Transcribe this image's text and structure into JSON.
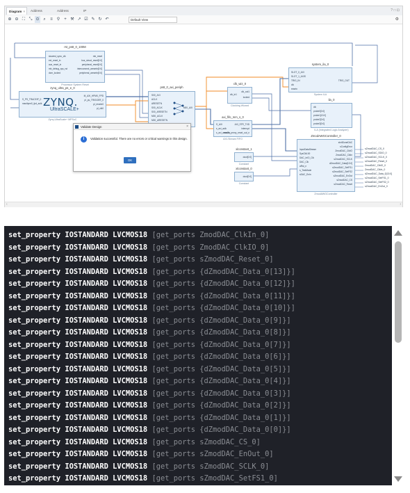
{
  "tabs": [
    {
      "label": "Diagram",
      "active": true
    },
    {
      "label": "Address Editor",
      "active": false
    },
    {
      "label": "Address Map",
      "active": false
    },
    {
      "label": "IP Catalog",
      "active": false
    }
  ],
  "window_controls": "? □ ⊡",
  "toolbar": {
    "icons": [
      "zoom-in-icon",
      "zoom-out-icon",
      "fit-icon",
      "collapse-icon",
      "select-icon",
      "search-icon",
      "align-icon",
      "pin-icon",
      "add-ip-icon",
      "wrench-icon",
      "route-icon",
      "validate-icon",
      "regenerate-icon",
      "refresh-icon",
      "undo-icon"
    ],
    "view_select": "Default View",
    "settings": "gear-icon"
  },
  "diagram": {
    "blocks": {
      "rst": {
        "title": "rst_ps8_0_100M",
        "sub": "Processor System Reset",
        "in_ports": [
          "slowest_sync_clk",
          "ext_reset_in",
          "aux_reset_in",
          "mb_debug_sys_rst",
          "dcm_locked"
        ],
        "out_ports": [
          "mb_reset",
          "bus_struct_reset[0:0]",
          "peripheral_reset[0:0]",
          "interconnect_aresetn[0:0]",
          "peripheral_aresetn[0:0]"
        ]
      },
      "zynq": {
        "title": "zynq_ultra_ps_e_0",
        "logo": "ZYNQ.",
        "scale": "UltraSCALE+",
        "sub": "Zynq UltraScale+ MPSoC",
        "in_ports": [
          "S_PS_TRACEIP_0",
          "maxihpm0_fpd_aclk"
        ],
        "out_ports": [
          "M_AXI_HPM0_FPD",
          "pl_ps_TRIGGER_0",
          "pl_resetn0",
          "pl_clk0"
        ]
      },
      "axi": {
        "title": "ps8_0_axi_periph",
        "sub": "AXI Interconnect",
        "in_ports": [
          "S00_AXI",
          "ACLK",
          "ARESETN",
          "S00_ACLK",
          "S00_ARESETN",
          "M00_ACLK",
          "M00_ARESETN"
        ],
        "out_ports": [
          "M00_AXI"
        ]
      },
      "clkwiz": {
        "title": "clk_wiz_0",
        "sub": "Clocking Wizard",
        "in_ports": [
          "clk_in1"
        ],
        "out_ports": [
          "clk_out1",
          "locked"
        ]
      },
      "axistream": {
        "title": "axi_fifo_mm_s_0",
        "sub": "AXI-Stream FIFO",
        "in_ports": [
          "S_AXI",
          "s_axi_aclk",
          "s_axi_aresetn"
        ],
        "out_ports": [
          "AXI_STR_TXD",
          "interrupt",
          "mm2s_prmry_reset_out_n"
        ]
      },
      "const1": {
        "title": "xlconstant_1",
        "value": "dout[0:0]",
        "sub": "Constant"
      },
      "const0": {
        "title": "xlconstant_0",
        "value": "dout[0:0]",
        "sub": "Constant"
      },
      "sysila": {
        "title": "system_ila_0",
        "sub": "System ILA",
        "in_ports": [
          "SLOT_0_AXI",
          "SLOT_1_AXIS",
          "TRIG_IN",
          "clk",
          "resetn"
        ],
        "out_ports": [
          "TRIG_OUT"
        ]
      },
      "ila": {
        "title": "ila_0",
        "sub": "ILA (Integrated Logic Analyzer)",
        "in_ports": [
          "clk",
          "probe0[0:0]",
          "probe1[13:0]",
          "probe2[0:0]",
          "probe3[0:0]"
        ]
      },
      "zmod": {
        "title": "ZmodAWGController_0",
        "sub": "ZmodAWGController",
        "in_ports": [
          "InputDataStream",
          "SysClk100",
          "DAC_InIO_Clk",
          "DAC_Clk",
          "aRst_n",
          "s_TestMode",
          "sDAC_EnIn"
        ],
        "out_ports": [
          "sInitDoneDAC",
          "sConfigError",
          "ZmodDAC_ClkIO",
          "ZmodDAC_ClkIn",
          "sZmodDAC_SCLK",
          "dZmodDAC_Data[13:0]",
          "sZmodDAC_SetFS1",
          "sZmodDAC_SetFS2",
          "sZmodDAC_EnOut",
          "sZmodDAC_CS",
          "sZmodDAC_Reset"
        ]
      }
    },
    "external_outputs": [
      "sZmodDAC_CS_0",
      "sZmodDAC_SDIO_0",
      "sZmodDAC_SCLK_0",
      "sZmodDAC_Reset_0",
      "ZmodDAC_ClkIO_0",
      "ZmodDAC_ClkIn_0",
      "dZmodDAC_Data_0[13:0]",
      "sZmodDAC_SetFS1_0",
      "sZmodDAC_SetFS2_0",
      "sZmodDAC_EnOut_0"
    ]
  },
  "dialog": {
    "title": "Validate Design",
    "message": "Validation successful. There are no errors or critical warnings in this design.",
    "ok_label": "OK"
  },
  "code": {
    "lines": [
      {
        "cmd": "set_property IOSTANDARD LVCMOS18",
        "arg": "[get_ports ZmodDAC_ClkIn_0]"
      },
      {
        "cmd": "set_property IOSTANDARD LVCMOS18",
        "arg": "[get_ports ZmodDAC_ClkIO_0]"
      },
      {
        "cmd": "set_property IOSTANDARD LVCMOS18",
        "arg": "[get_ports sZmodDAC_Reset_0]"
      },
      {
        "cmd": "set_property IOSTANDARD LVCMOS18",
        "arg": "[get_ports {dZmodDAC_Data_0[13]}]"
      },
      {
        "cmd": "set_property IOSTANDARD LVCMOS18",
        "arg": "[get_ports {dZmodDAC_Data_0[12]}]"
      },
      {
        "cmd": "set_property IOSTANDARD LVCMOS18",
        "arg": "[get_ports {dZmodDAC_Data_0[11]}]"
      },
      {
        "cmd": "set_property IOSTANDARD LVCMOS18",
        "arg": "[get_ports {dZmodDAC_Data_0[10]}]"
      },
      {
        "cmd": "set_property IOSTANDARD LVCMOS18",
        "arg": "[get_ports {dZmodDAC_Data_0[9]}]"
      },
      {
        "cmd": "set_property IOSTANDARD LVCMOS18",
        "arg": "[get_ports {dZmodDAC_Data_0[8]}]"
      },
      {
        "cmd": "set_property IOSTANDARD LVCMOS18",
        "arg": "[get_ports {dZmodDAC_Data_0[7]}]"
      },
      {
        "cmd": "set_property IOSTANDARD LVCMOS18",
        "arg": "[get_ports {dZmodDAC_Data_0[6]}]"
      },
      {
        "cmd": "set_property IOSTANDARD LVCMOS18",
        "arg": "[get_ports {dZmodDAC_Data_0[5]}]"
      },
      {
        "cmd": "set_property IOSTANDARD LVCMOS18",
        "arg": "[get_ports {dZmodDAC_Data_0[4]}]"
      },
      {
        "cmd": "set_property IOSTANDARD LVCMOS18",
        "arg": "[get_ports {dZmodDAC_Data_0[3]}]"
      },
      {
        "cmd": "set_property IOSTANDARD LVCMOS18",
        "arg": "[get_ports {dZmodDAC_Data_0[2]}]"
      },
      {
        "cmd": "set_property IOSTANDARD LVCMOS18",
        "arg": "[get_ports {dZmodDAC_Data_0[1]}]"
      },
      {
        "cmd": "set_property IOSTANDARD LVCMOS18",
        "arg": "[get_ports {dZmodDAC_Data_0[0]}]"
      },
      {
        "cmd": "set_property IOSTANDARD LVCMOS18",
        "arg": "[get_ports sZmodDAC_CS_0]"
      },
      {
        "cmd": "set_property IOSTANDARD LVCMOS18",
        "arg": "[get_ports sZmodDAC_EnOut_0]"
      },
      {
        "cmd": "set_property IOSTANDARD LVCMOS18",
        "arg": "[get_ports sZmodDAC_SCLK_0]"
      },
      {
        "cmd": "set_property IOSTANDARD LVCMOS18",
        "arg": "[get_ports sZmodDAC_SetFS1_0]"
      }
    ]
  },
  "colors": {
    "code_bg": "#1f2128",
    "code_keyword": "#ffffff",
    "code_arg": "#8a8d93",
    "clock_wire": "#f08a24",
    "bus_wire": "#4d6fa6",
    "block_fill": "#e8f1fa"
  }
}
